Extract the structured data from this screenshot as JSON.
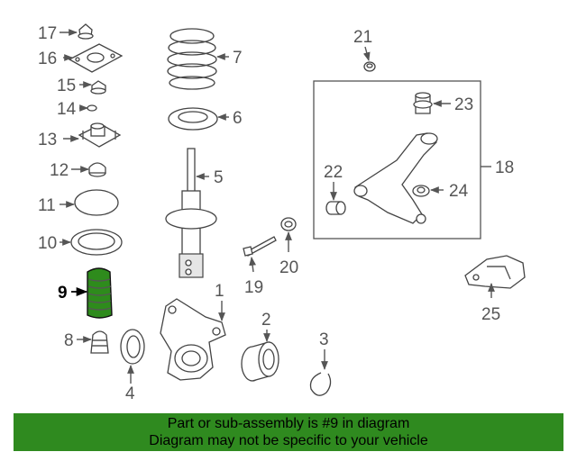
{
  "highlight": {
    "callout": "9",
    "color": "#2e8b1c"
  },
  "callouts": [
    {
      "id": "17",
      "text": "17"
    },
    {
      "id": "16",
      "text": "16"
    },
    {
      "id": "15",
      "text": "15"
    },
    {
      "id": "14",
      "text": "14"
    },
    {
      "id": "13",
      "text": "13"
    },
    {
      "id": "12",
      "text": "12"
    },
    {
      "id": "11",
      "text": "11"
    },
    {
      "id": "10",
      "text": "10"
    },
    {
      "id": "9",
      "text": "9"
    },
    {
      "id": "8",
      "text": "8"
    },
    {
      "id": "7",
      "text": "7"
    },
    {
      "id": "6",
      "text": "6"
    },
    {
      "id": "5",
      "text": "5"
    },
    {
      "id": "4",
      "text": "4"
    },
    {
      "id": "1",
      "text": "1"
    },
    {
      "id": "2",
      "text": "2"
    },
    {
      "id": "3",
      "text": "3"
    },
    {
      "id": "21",
      "text": "21"
    },
    {
      "id": "23",
      "text": "23"
    },
    {
      "id": "18",
      "text": "18"
    },
    {
      "id": "22",
      "text": "22"
    },
    {
      "id": "24",
      "text": "24"
    },
    {
      "id": "19",
      "text": "19"
    },
    {
      "id": "20",
      "text": "20"
    },
    {
      "id": "25",
      "text": "25"
    }
  ],
  "banner": {
    "line1": "Part or sub-assembly is #9 in diagram",
    "line2": "Diagram may not be specific to your vehicle",
    "color": "#2f8a1f"
  }
}
